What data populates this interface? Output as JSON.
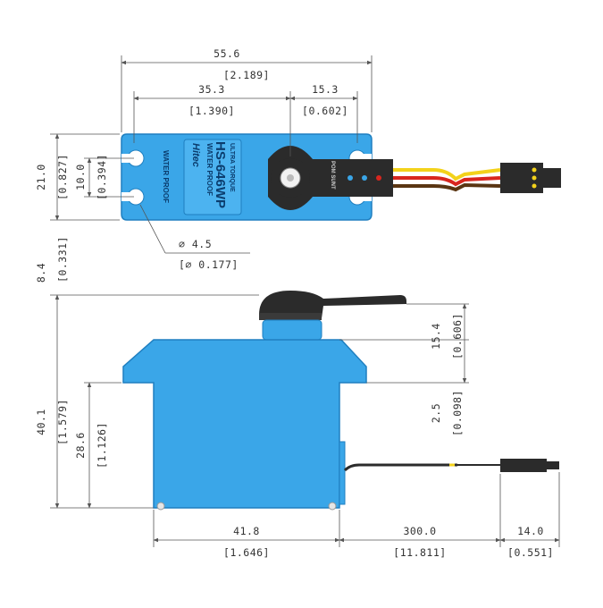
{
  "drawing": {
    "label": {
      "ultra_torque": "ULTRA TORQUE",
      "model": "HS-646WP",
      "water_proof": "WATER PROOF",
      "brand": "Hitec",
      "water_proof_side": "WATER PROOF",
      "tx_marks": "POM SUNT",
      "icons": [
        "-icon"
      ]
    },
    "top_view": {
      "overall_width_mm": "55.6",
      "overall_width_in": "[2.189]",
      "body_width_mm": "35.3",
      "body_width_in": "[1.390]",
      "spline_offset_mm": "15.3",
      "spline_offset_in": "[0.602]",
      "depth_mm": "21.0",
      "depth_in": "[0.827]",
      "hole_spacing_mm": "10.0",
      "hole_spacing_in": "[0.394]",
      "hole_dia_mm": "∅ 4.5",
      "hole_dia_in": "[∅ 0.177]"
    },
    "side_view": {
      "horn_height_mm": "8.4",
      "horn_height_in": "[0.331]",
      "above_mount_mm": "15.4",
      "above_mount_in": "[0.606]",
      "flange_mm": "2.5",
      "flange_in": "[0.098]",
      "total_height_mm": "40.1",
      "total_height_in": "[1.579]",
      "mount_height_mm": "28.6",
      "mount_height_in": "[1.126]",
      "case_length_mm": "41.8",
      "case_length_in": "[1.646]",
      "lead_length_mm": "300.0",
      "lead_length_in": "[11.811]",
      "connector_mm": "14.0",
      "connector_in": "[0.551]"
    }
  },
  "colors": {
    "body": "#3aa6e8",
    "body_dark": "#1f7fc0",
    "horn": "#2b2b2b",
    "dim_line": "#555555",
    "wire_yellow": "#f3d21b",
    "wire_red": "#d8261e",
    "wire_brown": "#5a3512"
  }
}
